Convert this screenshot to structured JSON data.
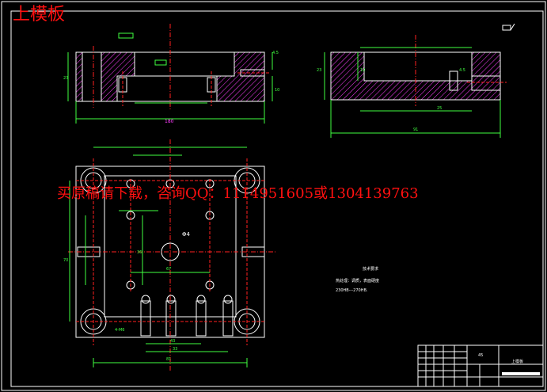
{
  "title": "上模板",
  "watermark": "买原稿请下载，咨询QQ：1114951605或1304139763",
  "tech": {
    "heading": "技术要求",
    "line1": "热处理：调质，表面硬度",
    "line2": "230HB---270HB."
  },
  "title_block": {
    "part_name": "上模板",
    "cell": "45"
  },
  "dims": {
    "front_width": "180",
    "side_width": "91",
    "plan_width": "81",
    "plan_height": "70",
    "plan_inner": "67",
    "plan_bottom1": "43",
    "plan_bottom2": "33",
    "side_inner": "25",
    "hole_dia": "Φ4",
    "side_h1": "23",
    "side_h2": "10",
    "front_h1": "23",
    "front_h2": "10",
    "front_small1": "4.5",
    "side_small": "4.5",
    "dia_note": "4-M6",
    "mid_v": "36"
  },
  "colors": {
    "background": "#000000",
    "outline": "#ffffff",
    "hatch": "#ff40ff",
    "dimension": "#40ff40",
    "center": "#ff2020",
    "annotation": "#ff1010"
  }
}
